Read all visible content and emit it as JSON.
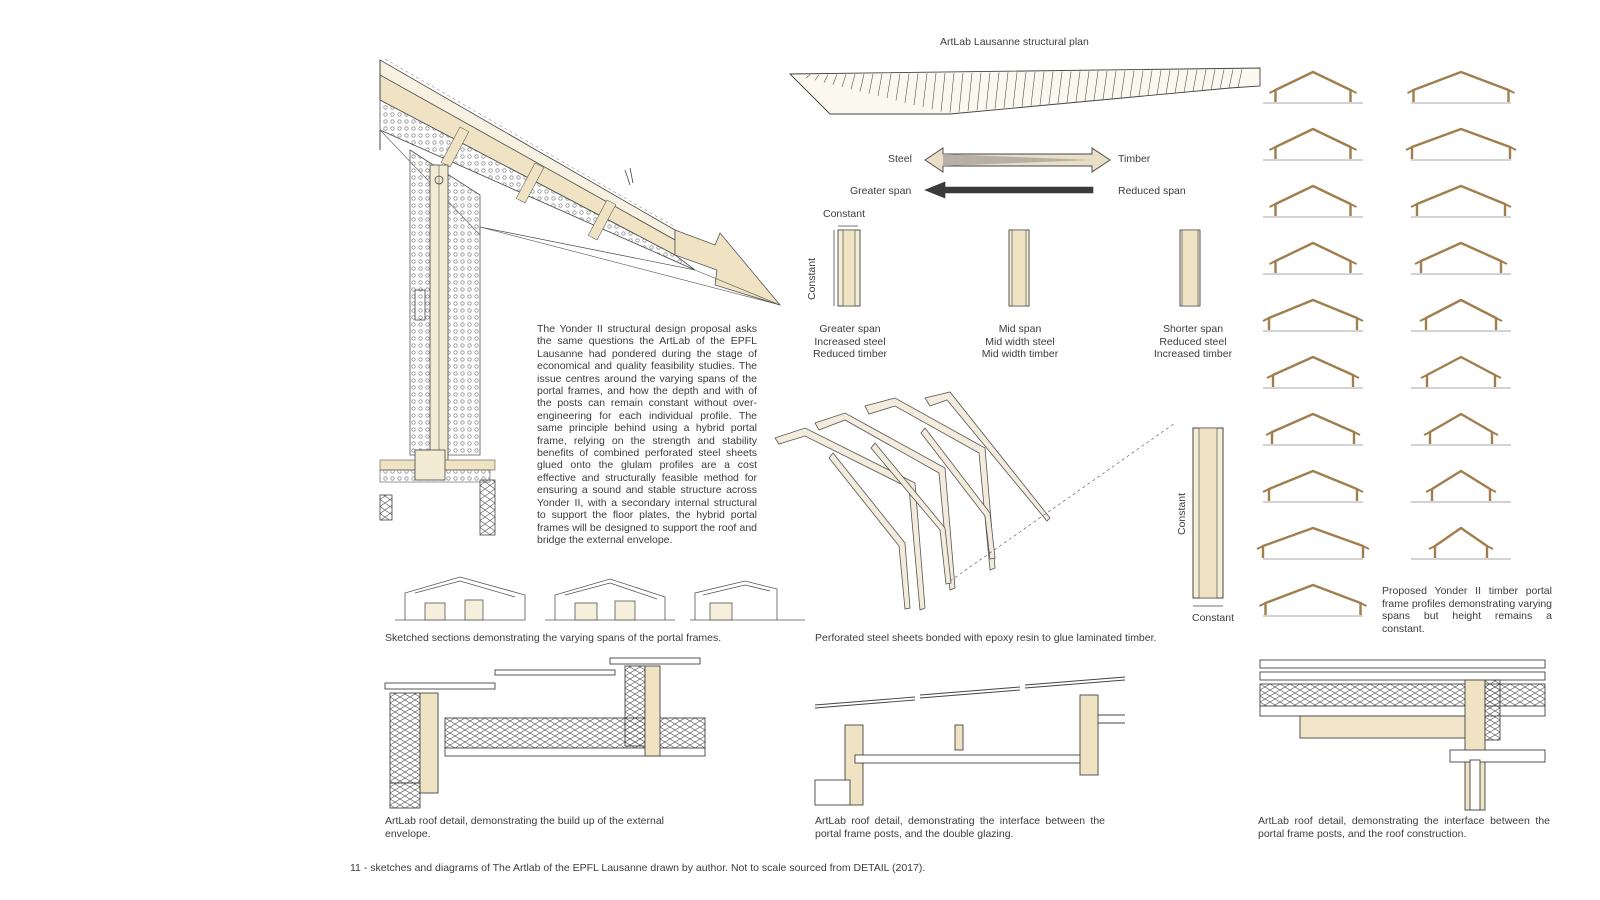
{
  "plan_title": "ArtLab Lausanne structural plan",
  "arrows": {
    "steel": "Steel",
    "timber": "Timber",
    "greater_span": "Greater span",
    "reduced_span": "Reduced span"
  },
  "section_labels": {
    "constant_top": "Constant",
    "constant_side": "Constant",
    "constant_large_side": "Constant",
    "constant_large_bottom": "Constant"
  },
  "spans": [
    {
      "line1": "Greater span",
      "line2": "Increased steel",
      "line3": "Reduced timber"
    },
    {
      "line1": "Mid span",
      "line2": "Mid width steel",
      "line3": "Mid width timber"
    },
    {
      "line1": "Shorter span",
      "line2": "Reduced steel",
      "line3": "Increased timber"
    }
  ],
  "body_text": "The Yonder II structural design proposal asks the same questions the ArtLab of the EPFL Lausanne had pondered during the stage of economical and quality feasibility studies. The issue centres around the varying spans of the portal frames, and how the depth and with of the posts can remain constant without over-engineering for each individual profile. The same principle behind using a hybrid portal frame, relying on the strength and stability benefits of combined perforated steel sheets glued onto the glulam profiles are a cost effective and structurally feasible method for ensuring a sound and stable structure across Yonder II, with a secondary internal structural to support the floor plates, the hybrid portal frames will be designed to support the roof and bridge the external envelope.",
  "captions": {
    "sketched_sections": "Sketched sections demonstrating the varying spans of the portal frames.",
    "perforated": "Perforated steel sheets bonded with epoxy resin to glue laminated timber.",
    "proposed": "Proposed Yonder II timber portal frame profiles demonstrating varying spans but height remains a constant.",
    "roof_detail_1": "ArtLab roof detail, demonstrating the build up of the external envelope.",
    "roof_detail_2": "ArtLab roof detail, demonstrating the interface between the portal frame posts, and the double glazing.",
    "roof_detail_3": "ArtLab roof detail, demonstrating the interface between the portal frame posts, and the roof construction."
  },
  "figure_caption": "11 - sketches and diagrams of The Artlab of the EPFL Lausanne drawn by author. Not to scale sourced from DETAIL (2017).",
  "colors": {
    "timber": "#efe3c4",
    "frame": "#a07e4e",
    "ink": "#444444"
  }
}
